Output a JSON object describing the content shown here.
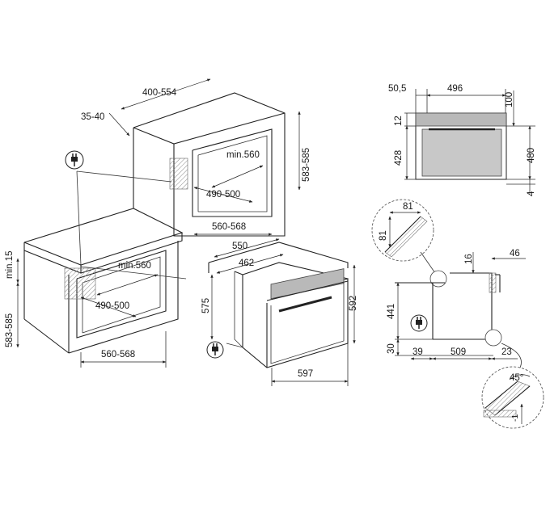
{
  "labels": {
    "top_width": "400-554",
    "top_depth": "35-40",
    "top_min560": "min.560",
    "top_490_500": "490-500",
    "top_583_585": "583-585",
    "top_560_568": "560-568",
    "under_min15": "min.15",
    "under_583_585": "583-585",
    "under_min560": "min.560",
    "under_490_500": "490-500",
    "under_560_568": "560-568",
    "oven_550": "550",
    "oven_462": "462",
    "oven_575": "575",
    "oven_592": "592",
    "oven_597": "597",
    "front_50_5": "50,5",
    "front_496": "496",
    "front_100": "100",
    "front_12": "12",
    "front_428": "428",
    "front_480": "480",
    "front_4": "4",
    "detail_81_h": "81",
    "detail_81_v": "81",
    "side_16": "16",
    "side_46": "46",
    "side_441": "441",
    "side_30": "30",
    "side_39": "39",
    "side_509": "509",
    "side_23": "23",
    "angle_45": "45°",
    "angle_minus1": "-1"
  },
  "icons": [
    "power-plug-icon",
    "power-plug-icon",
    "power-plug-icon"
  ],
  "colors": {
    "line": "#222222",
    "panel": "#b9b9b9"
  }
}
